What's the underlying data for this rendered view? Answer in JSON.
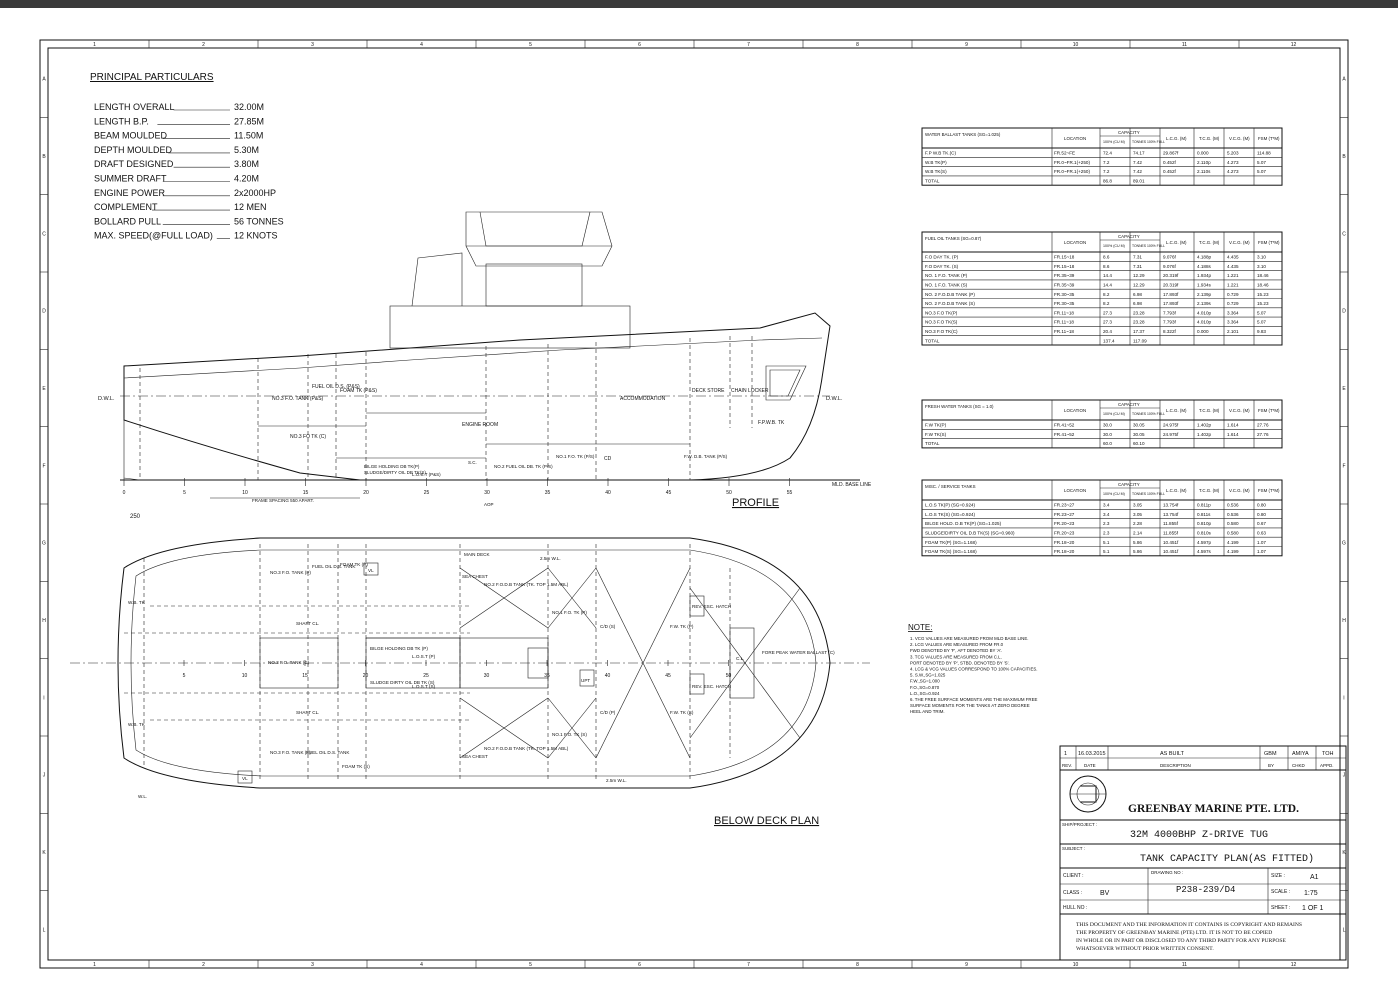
{
  "border": {
    "columns": [
      "1",
      "2",
      "3",
      "4",
      "5",
      "6",
      "7",
      "8",
      "9",
      "10",
      "11",
      "12"
    ],
    "rows": [
      "A",
      "B",
      "C",
      "D",
      "E",
      "F",
      "G",
      "H",
      "I",
      "J",
      "K",
      "L"
    ]
  },
  "particulars": {
    "title": "PRINCIPAL PARTICULARS",
    "items": [
      {
        "label": "LENGTH OVERALL",
        "value": "32.00M"
      },
      {
        "label": "LENGTH B.P.",
        "value": "27.85M"
      },
      {
        "label": "BEAM MOULDED",
        "value": "11.50M"
      },
      {
        "label": "DEPTH MOULDED",
        "value": "5.30M"
      },
      {
        "label": "DRAFT DESIGNED",
        "value": "3.80M"
      },
      {
        "label": "SUMMER DRAFT",
        "value": "4.20M"
      },
      {
        "label": "ENGINE POWER",
        "value": "2x2000HP"
      },
      {
        "label": "COMPLEMENT",
        "value": "12 MEN"
      },
      {
        "label": "BOLLARD PULL",
        "value": "56 TONNES"
      },
      {
        "label": "MAX. SPEED(@FULL LOAD)",
        "value": "12 KNOTS"
      }
    ]
  },
  "profile": {
    "title": "PROFILE",
    "labels": {
      "dwl_left": "D.W.L.",
      "dwl_right": "D.W.L.",
      "no3_fo_tank": "NO.3 F.O. TANK (P&S)",
      "fuel_oil_ds": "FUEL OIL D.S. (P&S)",
      "foam_tk": "FOAM TK (P&S)",
      "engine_room": "ENGINE ROOM",
      "accommodation": "ACCOMMODATION",
      "deck_store": "DECK STORE",
      "chain_locker": "CHAIN LOCKER",
      "fpwb_tk": "F.P.W.B. TK",
      "no3_fo_tk_c": "NO.3 FO TK (C)",
      "bilge": "BILGE HOLDING DB TK(P)",
      "sludge": "SLUDGE/DIRTY OIL DB TK(S)",
      "lost": "L.O.S.T (P&S)",
      "sc": "S.C.",
      "no2_fuel": "NO.2 FUEL OIL DB. TK (P/S)",
      "no1_fo": "NO.1 F.O. TK (P/S)",
      "cd": "CD",
      "fw_db": "F.W. D.B. TANK (P/S)",
      "mld_base": "MLD. BASE LINE",
      "frame_spacing": "FRAME SPACING 550 APART.",
      "dim_250": "250",
      "aop": "AOP"
    },
    "frames": [
      "0",
      "5",
      "10",
      "15",
      "20",
      "25",
      "30",
      "35",
      "40",
      "45",
      "50",
      "55"
    ]
  },
  "below_deck": {
    "title": "BELOW DECK PLAN",
    "labels": {
      "main_deck": "MAIN DECK",
      "shaft_cl_top": "SHAFT CL.",
      "shaft_cl_bot": "SHAFT CL.",
      "no3_fo_p": "NO.3 F.O. TANK (P)",
      "fuel_ds_p": "FUEL OIL D.S. TANK",
      "foam_p": "FOAM TK (P)",
      "no3_fo_s": "NO.3 F.O. TANK (S)",
      "fuel_ds_s": "FUEL OIL D.S. TANK",
      "foam_s": "FOAM TK (S)",
      "no3_fo_c": "NO.3 F.O. TANK (C)",
      "bilge": "BILGE HOLDING DB TK (P)",
      "sludge": "SLUDGE DIRTY OIL DB TK (S)",
      "lost_p": "L.O.S.T (P)",
      "lost_s": "L.O.S.T (S)",
      "sea_chest_top": "SEA CHEST",
      "sea_chest_bot": "SEA CHEST",
      "no2_fodb_p": "NO.2 F.O.D.B TANK (TK. TOP 1.5M ABL)",
      "no2_fodb_s": "NO.2 F.O.D.B TANK (TK. TOP 1.5M ABL)",
      "no1_fo_p": "NO.1 F.O. TK (P)",
      "no1_fo_s": "NO.1 F.O. TK (S)",
      "cd_p": "C/D (S)",
      "cd_s": "C/D (P)",
      "fw_p": "F.W. TK (P)",
      "fw_s": "F.W. TK (S)",
      "fore_peak": "FORE PEAK WATER BALLAST (C)",
      "esc_hatch_top": "REV. ESC. HATCH",
      "esc_hatch_bot": "REV. ESC. HATCH",
      "wl_top": "2.5m W.L.",
      "wl_bot": "2.5m W.L.",
      "wb": "W.B. TK",
      "upt": "UPT",
      "vl": "VL",
      "wl": "W.L.",
      "cl": "C.L."
    },
    "frames": [
      "5",
      "10",
      "15",
      "20",
      "25",
      "30",
      "35",
      "40",
      "45",
      "50"
    ]
  },
  "tables": {
    "header": {
      "location": "LOCATION",
      "capacity": "CAPACITY",
      "cu_m": "100% (CU M)",
      "tonnes": "TONNES 100% FULL",
      "lcg": "L.C.G. (M)",
      "tcg": "T.C.G. (M)",
      "vcg": "V.C.G. (M)",
      "fsm": "FSM (T*M)"
    },
    "water_ballast": {
      "title": "WATER BALLAST TANKS (SG=1.025)",
      "rows": [
        [
          "F.P W.B TK.(C)",
          "FR.52~FE",
          "72.4",
          "74.17",
          "29.867f",
          "0.000",
          "5.203",
          "114.88"
        ],
        [
          "W.B TK(P)",
          "FR.0~FR.1(+250)",
          "7.2",
          "7.42",
          "0.452f",
          "2.110p",
          "4.273",
          "5.07"
        ],
        [
          "W.B TK(S)",
          "FR.0~FR.1(+250)",
          "7.2",
          "7.42",
          "0.452f",
          "2.110s",
          "4.273",
          "5.07"
        ],
        [
          "TOTAL",
          "",
          "86.8",
          "89.01",
          "",
          "",
          "",
          ""
        ]
      ]
    },
    "fuel_oil": {
      "title": "FUEL OIL TANKS (SG=0.87)",
      "rows": [
        [
          "F.O DAY TK. (P)",
          "FR.15~18",
          "8.6",
          "7.31",
          "9.076f",
          "4.188p",
          "4.435",
          "3.10"
        ],
        [
          "F.O DAY TK. (S)",
          "FR.15~18",
          "8.6",
          "7.31",
          "9.076f",
          "4.188s",
          "4.435",
          "3.10"
        ],
        [
          "NO. 1 F.O. TANK (P)",
          "FR.35~39",
          "14.4",
          "12.29",
          "20.319f",
          "1.934p",
          "1.221",
          "18.46"
        ],
        [
          "NO. 1 F.O. TANK (S)",
          "FR.35~39",
          "14.4",
          "12.29",
          "20.319f",
          "1.934s",
          "1.221",
          "18.46"
        ],
        [
          "NO. 2 F.O.D.B TANK (P)",
          "FR.30~35",
          "8.2",
          "6.98",
          "17.893f",
          "2.139p",
          "0.729",
          "15.23"
        ],
        [
          "NO. 2 F.O.D.B TANK (S)",
          "FR.30~35",
          "8.2",
          "6.98",
          "17.893f",
          "2.139s",
          "0.729",
          "15.23"
        ],
        [
          "NO.3 F.O TK(P)",
          "FR.11~18",
          "27.3",
          "23.28",
          "7.793f",
          "4.010p",
          "3.364",
          "5.07"
        ],
        [
          "NO.3 F.O TK(S)",
          "FR.11~18",
          "27.3",
          "23.28",
          "7.793f",
          "4.010p",
          "3.364",
          "5.07"
        ],
        [
          "NO.3 F.O TK(C)",
          "FR.11~18",
          "20.4",
          "17.37",
          "8.322f",
          "0.000",
          "2.101",
          "9.83"
        ],
        [
          "TOTAL",
          "",
          "137.4",
          "117.09",
          "",
          "",
          "",
          ""
        ]
      ]
    },
    "fresh_water": {
      "title": "FRESH WATER TANKS (SG = 1.0)",
      "rows": [
        [
          "F.W TK(P)",
          "FR.41~52",
          "30.0",
          "30.05",
          "24.975f",
          "1.402p",
          "1.614",
          "27.76"
        ],
        [
          "F.W TK(S)",
          "FR.41~52",
          "30.0",
          "30.05",
          "24.975f",
          "1.402p",
          "1.614",
          "27.76"
        ],
        [
          "TOTAL",
          "",
          "60.0",
          "60.10",
          "",
          "",
          "",
          ""
        ]
      ]
    },
    "misc": {
      "title": "MISC. / SERVICE TANKS",
      "rows": [
        [
          "L.O.S TK(P) (SG=0.924)",
          "FR.23~27",
          "3.4",
          "3.05",
          "13.754f",
          "0.811p",
          "0.536",
          "0.80"
        ],
        [
          "L.O.S TK(S) (SG=0.924)",
          "FR.23~27",
          "3.4",
          "3.05",
          "13.754f",
          "0.811s",
          "0.536",
          "0.80"
        ],
        [
          "BILGE HOLD. D.B TK(P) (SG=1.025)",
          "FR.20~23",
          "2.3",
          "2.28",
          "11.855f",
          "0.810p",
          "0.580",
          "0.67"
        ],
        [
          "SLUDGE/DIRTY OIL D.B TK(S) (SG=0.960)",
          "FR.20~23",
          "2.3",
          "2.14",
          "11.855f",
          "0.810s",
          "0.580",
          "0.63"
        ],
        [
          "FOAM TK(P) (SG=1.168)",
          "FR.18~20",
          "5.1",
          "5.86",
          "10.451f",
          "4.597p",
          "4.199",
          "1.07"
        ],
        [
          "FOAM TK(S) (SG=1.168)",
          "FR.18~20",
          "5.1",
          "5.86",
          "10.451f",
          "4.597s",
          "4.199",
          "1.07"
        ]
      ]
    }
  },
  "note": {
    "title": "NOTE:",
    "lines": [
      "1. VCG VALUES ARE MEASURED FROM MLD BASE LINE.",
      "2. LCG VALUES ARE MEASURED FROM FR.0",
      "   FWD DENOTED BY 'F', AFT DENOTED BY 'A'.",
      "3. TCG VALUES ARE MEASURED FROM C.L.",
      "   PORT DENOTED BY 'P', STBD. DENOTED BY 'S'.",
      "4. LCG & VCG VALUES CORRESPOND TO 100% CAPACITIES.",
      "5. S.W.,SG=1.025",
      "   F.W.,SG=1.000",
      "   F.O.,SG=0.870",
      "   L.O.,SG=0.924",
      "6. THE FREE SURFACE MOMENTS ARE THE MAXIMUM FREE",
      "   SURFACE MOMENTS FOR THE TANKS AT ZERO DEGREE",
      "   HEEL AND TRIM."
    ]
  },
  "title_block": {
    "rev_no": "1",
    "rev_date": "16.03.2015",
    "rev_desc": "AS BUILT",
    "rev_by": "GBM",
    "rev_chkd": "AMIYA",
    "rev_appd": "TOH",
    "hdr_rev": "REV.",
    "hdr_date": "DATE",
    "hdr_desc": "DESCRIPTION",
    "hdr_by": "BY",
    "hdr_chkd": "CHKD",
    "hdr_appd": "APPD.",
    "company": "GREENBAY MARINE PTE. LTD.",
    "ship_label": "SHIP/PROJECT :",
    "ship": "32M 4000BHP Z-DRIVE TUG",
    "subject_label": "SUBJECT :",
    "subject": "TANK CAPACITY PLAN(AS FITTED)",
    "client_label": "CLIENT :",
    "drawing_no_label": "DRAWING NO :",
    "drawing_no": "P238-239/D4",
    "size_label": "SIZE :",
    "size": "A1",
    "class_label": "CLASS :",
    "class": "BV",
    "scale_label": "SCALE :",
    "scale": "1:75",
    "hull_label": "HULL NO :",
    "sheet_label": "SHEET :",
    "sheet": "1 OF 1",
    "copyright": [
      "THIS DOCUMENT AND THE INFORMATION IT CONTAINS IS COPYRIGHT AND REMAINS",
      "THE PROPERTY OF GREENBAY MARINE (PTE) LTD. IT IS NOT TO BE COPIED",
      "IN WHOLE OR IN PART OR DISCLOSED TO ANY THIRD PARTY FOR ANY PURPOSE",
      "WHATSOEVER WITHOUT PRIOR WRITTEN CONSENT."
    ]
  }
}
